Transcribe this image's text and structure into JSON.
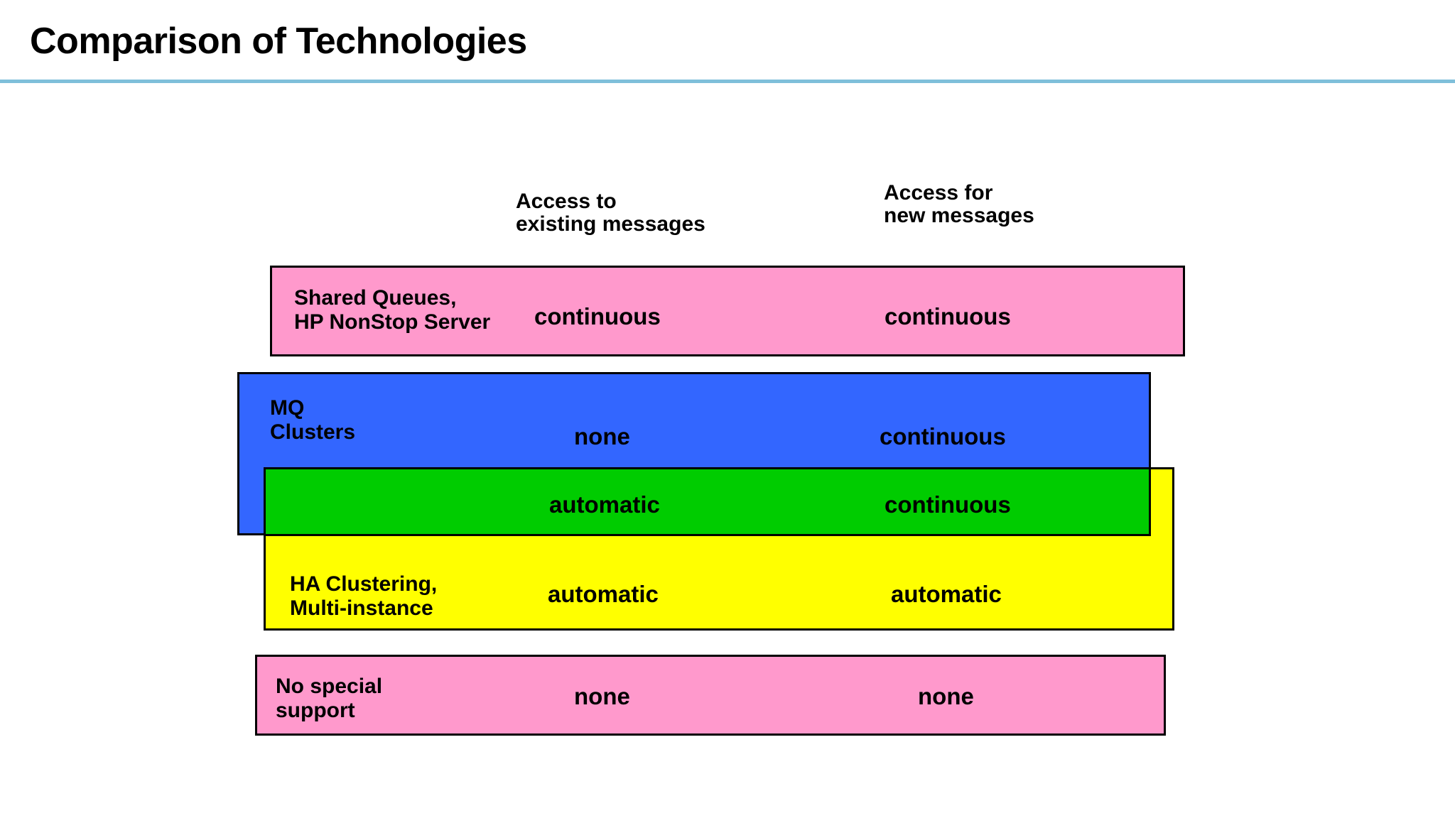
{
  "slide": {
    "title": "Comparison of Technologies",
    "divider_color": "#7FBFDA",
    "background_color": "#FFFFFF"
  },
  "columns": [
    {
      "id": "existing",
      "label": "Access to\nexisting messages"
    },
    {
      "id": "new",
      "label": "Access for\nnew messages"
    }
  ],
  "rows": [
    {
      "id": "shared-queues",
      "label": "Shared Queues,\nHP NonStop Server",
      "access_existing": "continuous",
      "access_new": "continuous",
      "color": "#FF99CC"
    },
    {
      "id": "mq-clusters",
      "label": "MQ\nClusters",
      "access_existing": "none",
      "access_new": "continuous",
      "color": "#3366FF"
    },
    {
      "id": "automatic-green",
      "label": "",
      "access_existing": "automatic",
      "access_new": "continuous",
      "color": "#00CC00"
    },
    {
      "id": "ha-clustering",
      "label": "HA Clustering,\nMulti-instance",
      "access_existing": "automatic",
      "access_new": "automatic",
      "color": "#FFFF00"
    },
    {
      "id": "no-special-support",
      "label": "No special\nsupport",
      "access_existing": "none",
      "access_new": "none",
      "color": "#FF99CC"
    }
  ],
  "border_color": "#000000"
}
